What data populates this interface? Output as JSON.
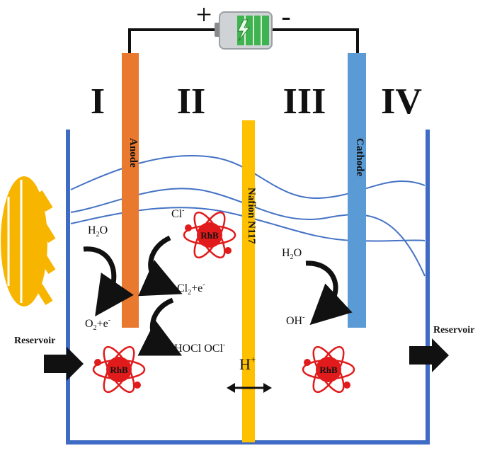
{
  "battery": {
    "plus": "+",
    "minus": "-"
  },
  "regions": [
    "I",
    "II",
    "III",
    "IV"
  ],
  "electrodes": {
    "anode": "Anode",
    "cathode": "Cathode",
    "membrane": "Nafion N117"
  },
  "reactions": {
    "h2o_left": "H",
    "h2o_left_sub": "2",
    "h2o_left_tail": "O",
    "o2": "O",
    "o2_sub": "2",
    "o2_tail": "+e",
    "o2_sup": "-",
    "cl": "Cl",
    "cl_sup": "-",
    "cl2": "Cl",
    "cl2_sub": "2",
    "cl2_tail": "+e",
    "cl2_sup": "-",
    "hocl": "HOCl  OCl",
    "hocl_sup": "-",
    "hplus": "H",
    "hplus_sup": "+",
    "h2o_right": "H",
    "h2o_right_sub": "2",
    "h2o_right_tail": "O",
    "oh": "OH",
    "oh_sup": "-"
  },
  "molecule_label": "RhB",
  "reservoir_in": "Reservoir",
  "reservoir_out": "Reservoir",
  "colors": {
    "tank": "#3f6bc4",
    "anode": "#e8792f",
    "cathode": "#5b9bd5",
    "membrane": "#ffc000",
    "sun": "#f7b500",
    "molecule": "#e11b1b",
    "battery_green": "#3fb34f"
  }
}
